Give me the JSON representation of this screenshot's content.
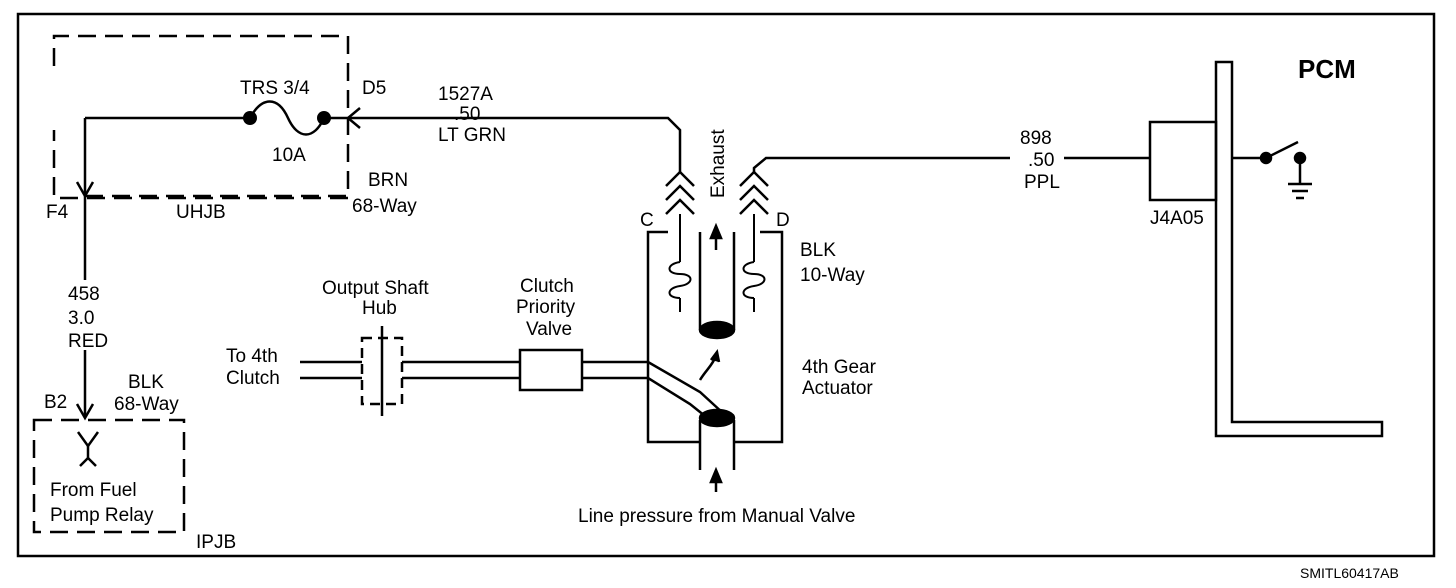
{
  "labels": {
    "pcm": "PCM",
    "fuse_name": "TRS 3/4",
    "fuse_rating": "10A",
    "d5": "D5",
    "f4": "F4",
    "uhjb": "UHJB",
    "brn": "BRN",
    "way68_top": "68-Way",
    "wire1527_circuit": "1527A",
    "wire1527_size": ".50",
    "wire1527_color": "LT GRN",
    "exhaust": "Exhaust",
    "conn_c": "C",
    "conn_d": "D",
    "blk_top": "BLK",
    "way10": "10-Way",
    "wire898_circuit": "898",
    "wire898_size": ".50",
    "wire898_color": "PPL",
    "j4a05": "J4A05",
    "wire458_circuit": "458",
    "wire458_size": "3.0",
    "wire458_color": "RED",
    "b2": "B2",
    "blk_bottom": "BLK",
    "way68_bottom": "68-Way",
    "fuel_line1": "From Fuel",
    "fuel_line2": "Pump Relay",
    "ipjb": "IPJB",
    "output_line1": "Output Shaft",
    "output_line2": "Hub",
    "to4th_line1": "To 4th",
    "to4th_line2": "Clutch",
    "clutch_line1": "Clutch",
    "clutch_line2": "Priority",
    "clutch_line3": "Valve",
    "actuator_line1": "4th Gear",
    "actuator_line2": "Actuator",
    "line_pressure": "Line pressure from Manual Valve",
    "figure_id": "SMITL60417AB"
  }
}
